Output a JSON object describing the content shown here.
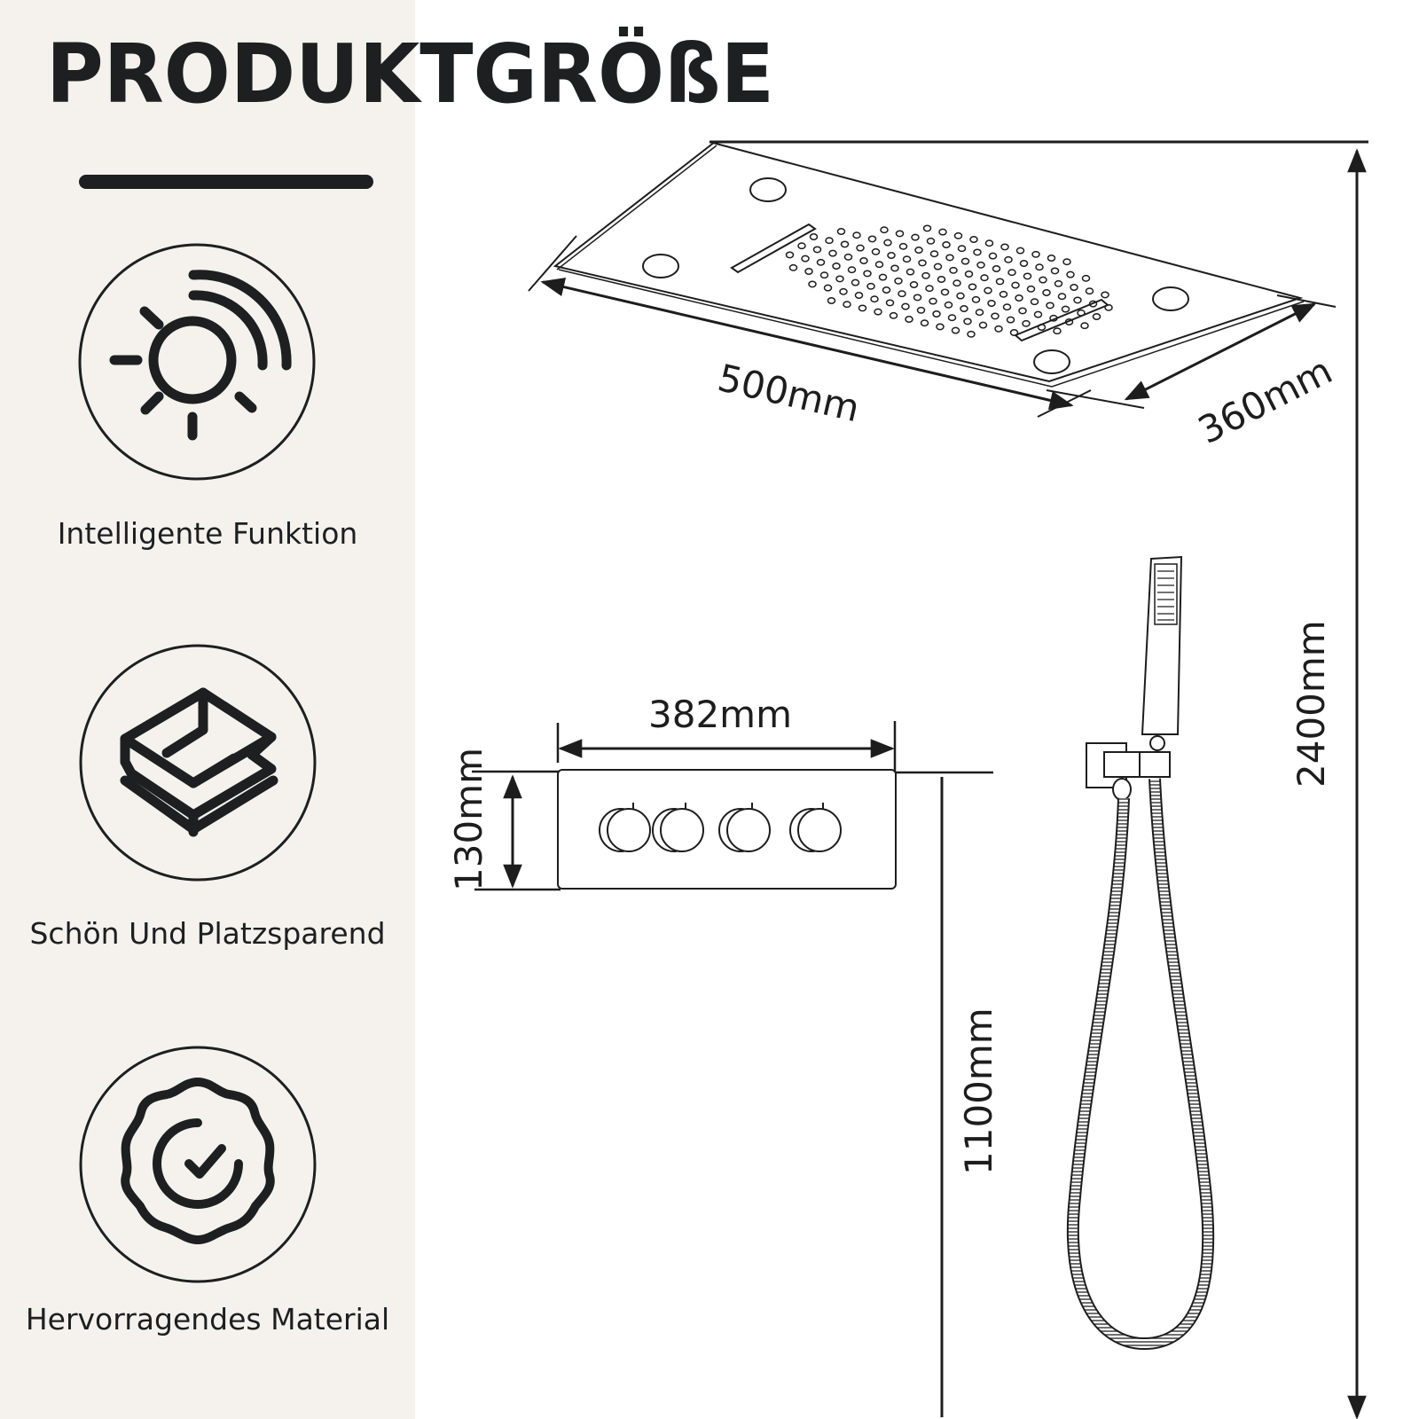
{
  "page": {
    "title": "PRODUKTGRÖßE",
    "background_left": "#f5f2ee",
    "background_right": "#ffffff",
    "ink_color": "#1d1f20"
  },
  "features": [
    {
      "icon": "sun-signal-icon",
      "label": "Intelligente Funktion"
    },
    {
      "icon": "layers-box-icon",
      "label": "Schön Und Platzsparend"
    },
    {
      "icon": "quality-badge-check-icon",
      "label": "Hervorragendes Material"
    }
  ],
  "dimensions": {
    "shower_head": {
      "length": "500mm",
      "width": "360mm"
    },
    "control_panel": {
      "width": "382mm",
      "height": "130mm",
      "knob_count": 4
    },
    "total_height": "2400mm",
    "panel_height_from_floor": "1100mm"
  },
  "components": {
    "shower_head": "rectangular ceiling rain shower head",
    "control_panel": "thermostatic control panel",
    "hand_shower": "hand shower with holder and hose"
  }
}
